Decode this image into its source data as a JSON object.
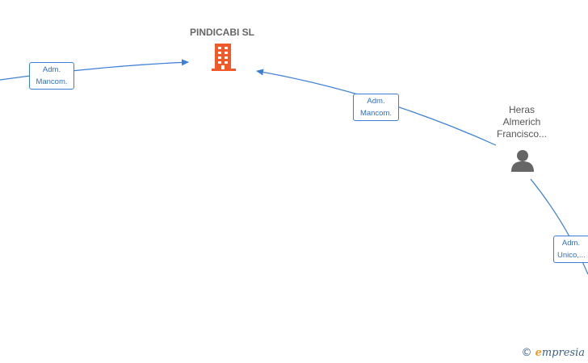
{
  "company": {
    "name": "PINDICABI  SL",
    "icon": "building-icon",
    "icon_color": "#f05a28"
  },
  "person": {
    "name_lines": [
      "Heras",
      "Almerich",
      "Francisco..."
    ],
    "icon": "person-icon",
    "icon_color": "#666666"
  },
  "edges": [
    {
      "label_lines": [
        "Adm.",
        "Mancom."
      ]
    },
    {
      "label_lines": [
        "Adm.",
        "Mancom."
      ]
    },
    {
      "label_lines": [
        "Adm.",
        "Unico,..."
      ]
    }
  ],
  "edge_color": "#3a7fd5",
  "brand": {
    "copyright": "©",
    "name_first": "e",
    "name_rest": "mpresia"
  }
}
